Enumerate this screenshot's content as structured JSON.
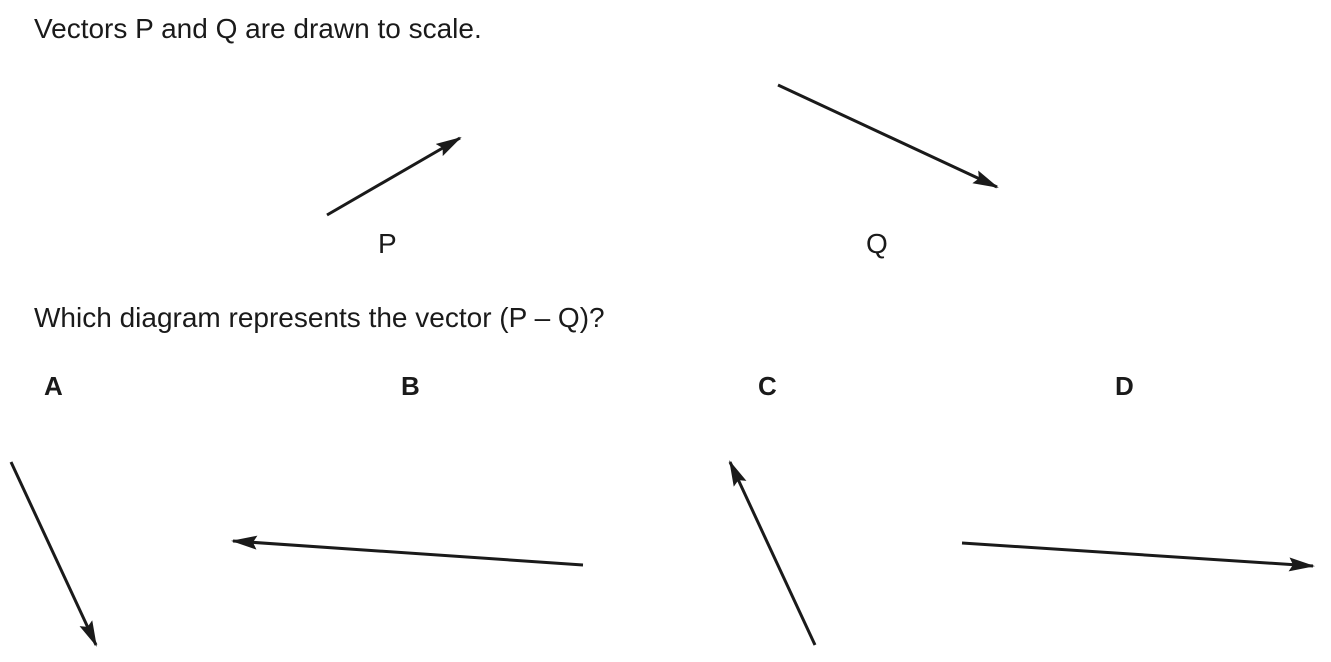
{
  "intro_text": "Vectors P and Q are drawn to scale.",
  "question_text": "Which diagram represents the vector (P – Q)?",
  "vectors": {
    "p_label": "P",
    "q_label": "Q"
  },
  "options": [
    {
      "letter": "A"
    },
    {
      "letter": "B"
    },
    {
      "letter": "C"
    },
    {
      "letter": "D"
    }
  ],
  "colors": {
    "ink": "#1a1a1a",
    "background": "#ffffff"
  }
}
